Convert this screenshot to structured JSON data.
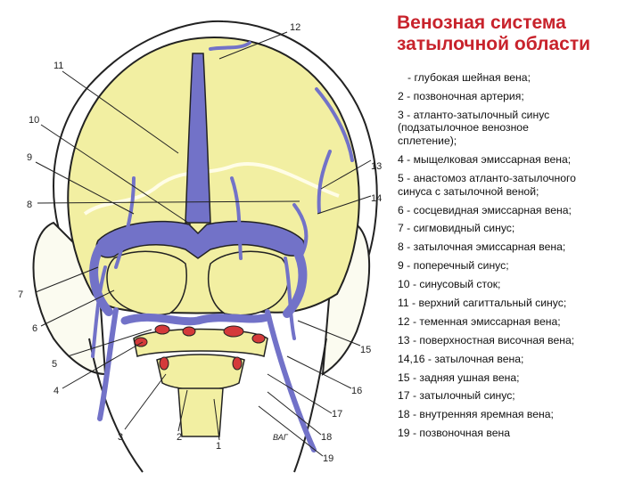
{
  "title": {
    "line1": "Венозная система",
    "line2": "затылочной области"
  },
  "legend": [
    {
      "lines": [
        "- глубокая шейная вена;"
      ]
    },
    {
      "lines": [
        "2 - позвоночная артерия;"
      ]
    },
    {
      "lines": [
        "3 - атланто-затылочный синус",
        "(подзатылочное венозное",
        "сплетение);"
      ]
    },
    {
      "lines": [
        "4 - мыщелковая эмиссарная вена;"
      ]
    },
    {
      "lines": [
        "5 - анастомоз атланто-затылочного",
        "синуса с затылочной веной;"
      ]
    },
    {
      "lines": [
        "6 - сосцевидная эмиссарная вена;"
      ]
    },
    {
      "lines": [
        "7 - сигмовидный синус;"
      ]
    },
    {
      "lines": [
        "8 - затылочная эмиссарная вена;"
      ]
    },
    {
      "lines": [
        "9 - поперечный синус;"
      ]
    },
    {
      "lines": [
        "10 - синусовый сток;"
      ]
    },
    {
      "lines": [
        "11 - верхний сагиттальный синус;"
      ]
    },
    {
      "lines": [
        "12 - теменная эмиссарная вена;"
      ]
    },
    {
      "lines": [
        "13 - поверхностная височная вена;"
      ]
    },
    {
      "lines": [
        "14,16 - затылочная вена;"
      ]
    },
    {
      "lines": [
        "15 - задняя ушная вена;"
      ]
    },
    {
      "lines": [
        "17 - затылочный синус;"
      ]
    },
    {
      "lines": [
        "18 - внутренняя яремная вена;"
      ]
    },
    {
      "lines": [
        "19 - позвоночная вена"
      ]
    }
  ],
  "figure": {
    "labels": [
      "12",
      "11",
      "10",
      "9",
      "8",
      "7",
      "6",
      "5",
      "4",
      "3",
      "2",
      "1",
      "13",
      "14",
      "15",
      "16",
      "17",
      "18",
      "19"
    ],
    "signature": "ВАГ"
  },
  "colors": {
    "title": "#c8232c",
    "bone": "#f2efa2",
    "vein": "#7272c8",
    "artery": "#d43a3a",
    "outline": "#222222"
  }
}
